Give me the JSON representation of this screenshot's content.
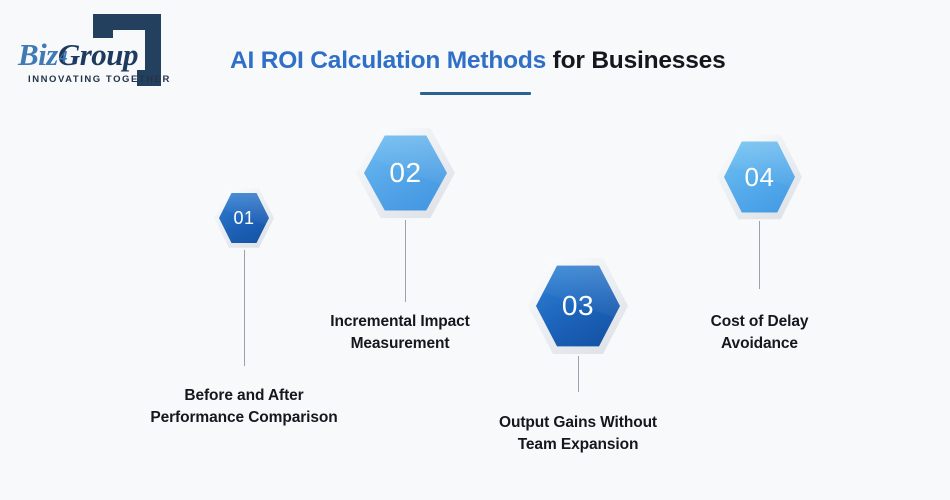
{
  "background_color": "#f7f9fb",
  "logo": {
    "name_first": "Biz",
    "name_second": "Group",
    "sub_glyph": "4",
    "tagline": "INNOVATING TOGETHER",
    "bracket_color": "#23405e",
    "first_color": "#3f7ab5",
    "second_color": "#1f3a5f"
  },
  "header": {
    "title_accent": "AI ROI Calculation Methods",
    "title_rest": " for Businesses",
    "accent_color": "#2f6fc7",
    "rule_color": "#2a6391"
  },
  "nodes": [
    {
      "number": "01",
      "label_line1": "Before and After",
      "label_line2": "Performance Comparison",
      "fill_from": "#2f7fd0",
      "fill_to": "#1655a8"
    },
    {
      "number": "02",
      "label_line1": "Incremental Impact",
      "label_line2": "Measurement",
      "fill_from": "#64b9ef",
      "fill_to": "#3f93e0"
    },
    {
      "number": "03",
      "label_line1": "Output Gains Without",
      "label_line2": "Team Expansion",
      "fill_from": "#2c7ed4",
      "fill_to": "#1550a4"
    },
    {
      "number": "04",
      "label_line1": "Cost of Delay",
      "label_line2": "Avoidance",
      "fill_from": "#6cc0f2",
      "fill_to": "#4098e3"
    }
  ]
}
